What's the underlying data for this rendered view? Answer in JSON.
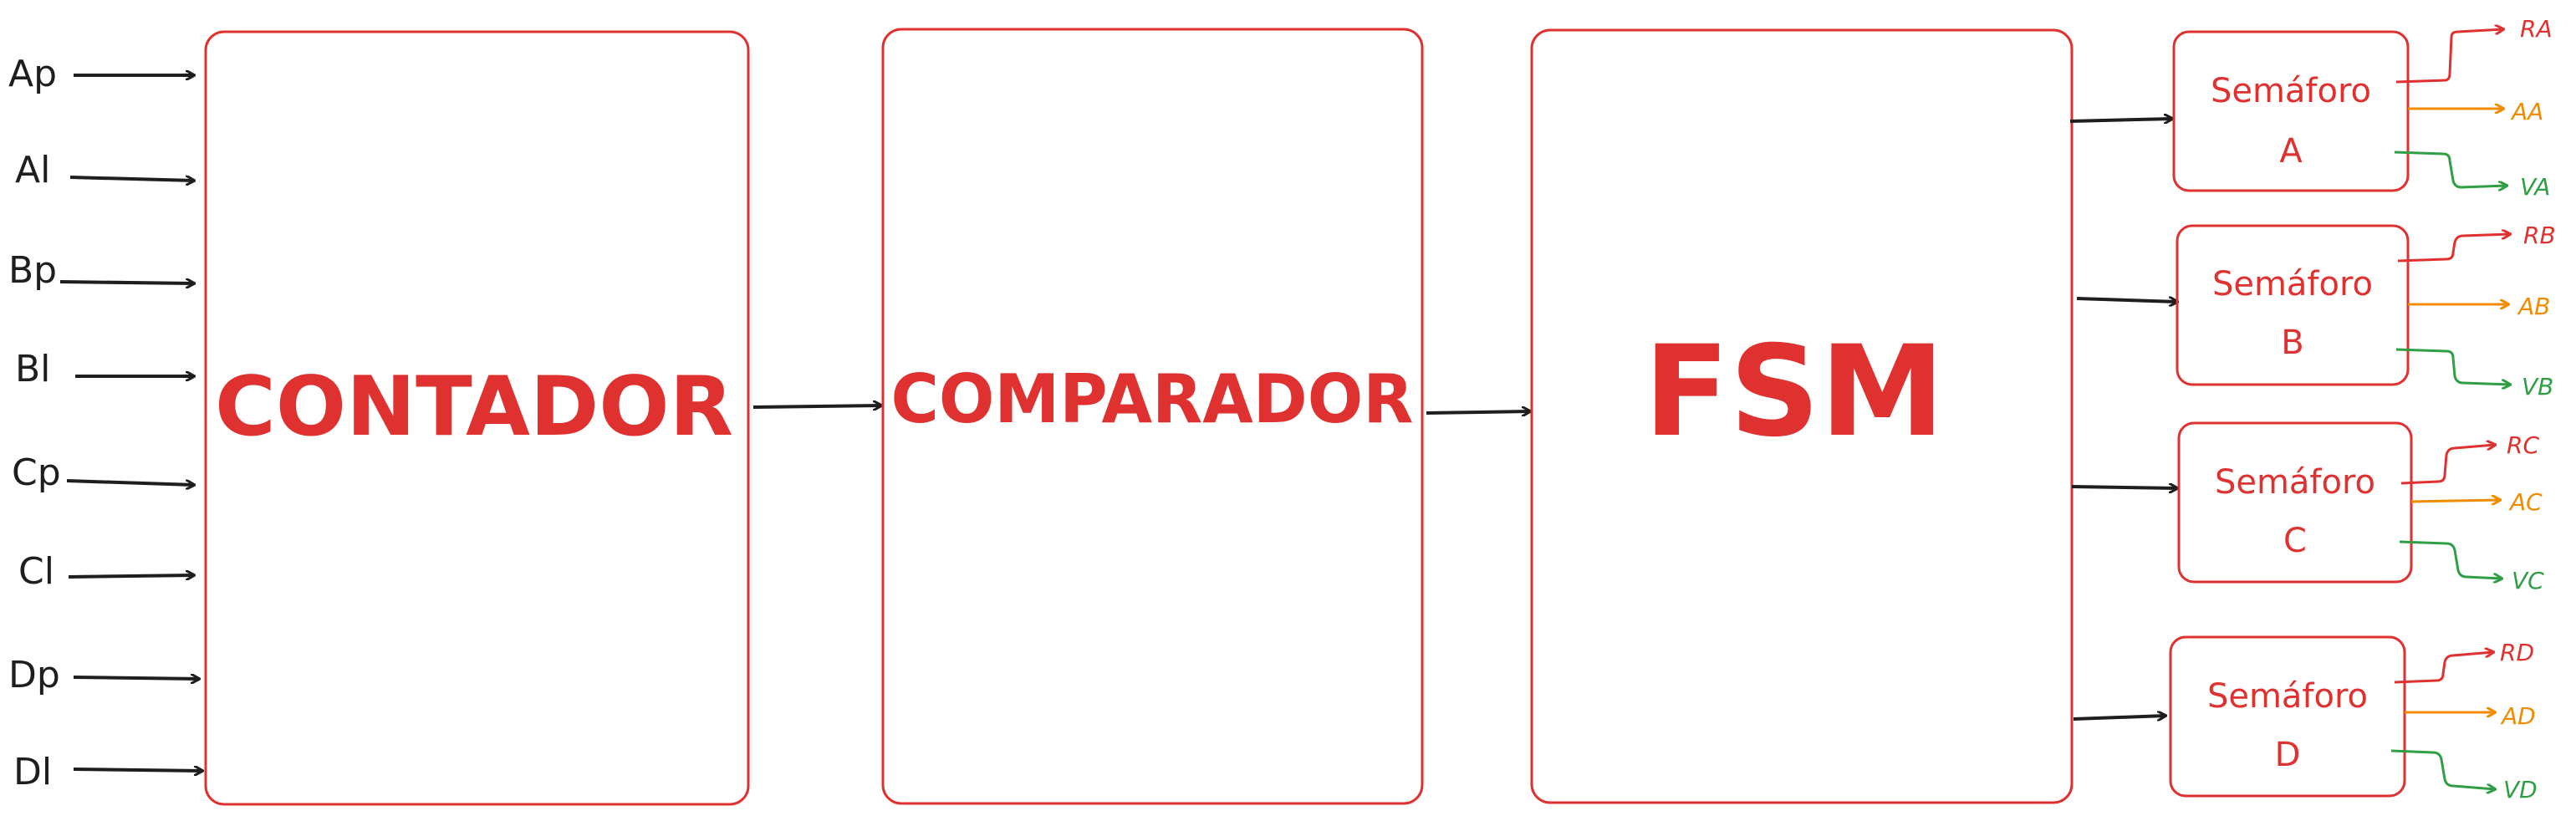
{
  "colors": {
    "red": "#e03131",
    "orange": "#f08c00",
    "green": "#2f9e44",
    "black": "#1e1e1e"
  },
  "inputs": [
    "Ap",
    "Al",
    "Bp",
    "Bl",
    "Cp",
    "Cl",
    "Dp",
    "Dl"
  ],
  "blocks": {
    "contador": "CONTADOR",
    "comparador": "COMPARADOR",
    "fsm": "FSM"
  },
  "semaforos": [
    {
      "line1": "Semáforo",
      "line2": "A",
      "outputs": [
        "RA",
        "AA",
        "VA"
      ]
    },
    {
      "line1": "Semáforo",
      "line2": "B",
      "outputs": [
        "RB",
        "AB",
        "VB"
      ]
    },
    {
      "line1": "Semáforo",
      "line2": "C",
      "outputs": [
        "RC",
        "AC",
        "VC"
      ]
    },
    {
      "line1": "Semáforo",
      "line2": "D",
      "outputs": [
        "RD",
        "AD",
        "VD"
      ]
    }
  ]
}
